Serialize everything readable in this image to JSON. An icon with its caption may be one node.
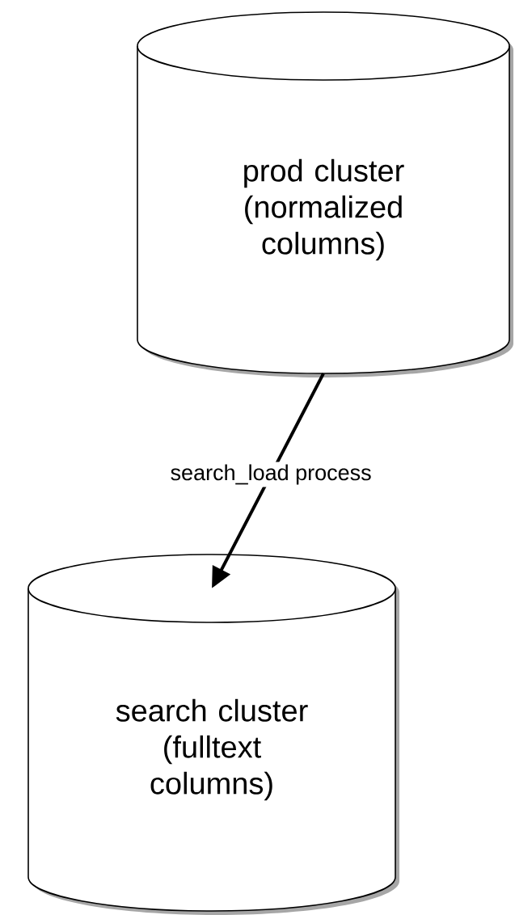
{
  "diagram": {
    "nodes": [
      {
        "text": [
          "prod cluster (normalized columns)"
        ]
      },
      {
        "text": [
          "search cluster (fulltext columns)"
        ]
      }
    ],
    "edges": [
      {
        "from": 0,
        "to": 1,
        "arrow": "to",
        "label": "search_load process"
      }
    ]
  }
}
